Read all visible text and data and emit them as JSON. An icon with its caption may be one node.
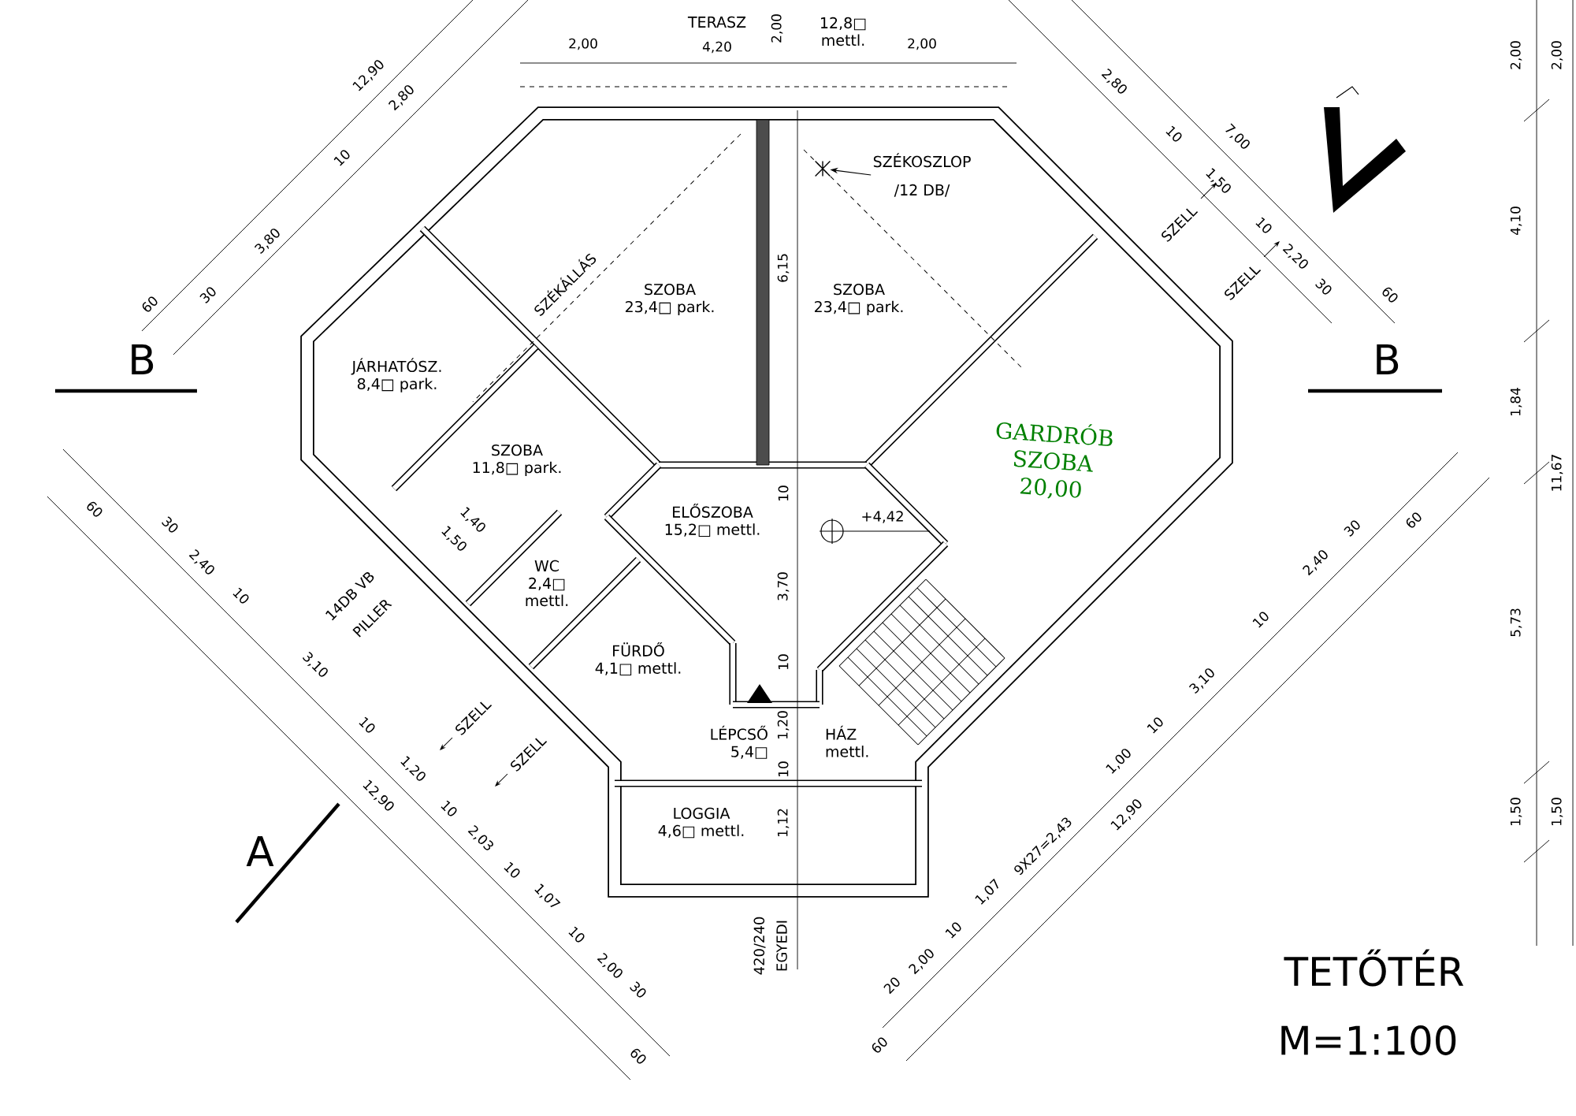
{
  "diagram": {
    "title": "TETŐTÉR",
    "nodes": [
      {
        "text": [
          "TERASZ"
        ]
      },
      {
        "text": [
          "SZOBA",
          "23,4□ park."
        ]
      },
      {
        "text": [
          "SZOBA",
          "23,4□ park."
        ]
      },
      {
        "text": [
          "JÁRHATÓSZ.",
          "8,4□ park."
        ]
      },
      {
        "text": [
          "SZOBA",
          "11,8□ park."
        ]
      },
      {
        "text": [
          "ELŐSZOBA",
          "15,2□ mettl."
        ]
      },
      {
        "text": [
          "WC",
          "2,4□",
          "mettl."
        ]
      },
      {
        "text": [
          "FÜRDŐ",
          "4,1□ mettl."
        ]
      },
      {
        "text": [
          "LÉPCSŐ",
          "HÁZ",
          "5,4□",
          "mettl."
        ]
      },
      {
        "text": [
          "LOGGIA",
          "4,6□ mettl."
        ]
      },
      {
        "text": [
          "GARDRÓB SZOBA 20,00"
        ]
      },
      {
        "text": [
          "SZÉKOSZLOP",
          "/12 DB/"
        ]
      },
      {
        "text": [],
        "shape": "cross"
      }
    ],
    "edges": [
      {
        "from": 11,
        "to": 12,
        "arrow": "to"
      }
    ],
    "labels": [
      "2,00",
      "4,20",
      "2,00",
      "2,00",
      "12,90",
      "2,80",
      "10",
      "3,80",
      "30",
      "60",
      "2,80",
      "10",
      "7,00",
      "1,50",
      "10",
      "2,20",
      "30",
      "60",
      "2,00",
      "2,00",
      "4,10",
      "1,84",
      "11,67",
      "5,73",
      "1,50",
      "1,50",
      "B",
      "B",
      "SZÉKÁLLÁS",
      "6,15",
      "10",
      "3,70",
      "+4,42",
      "10",
      "1,20",
      "10",
      "1,12",
      "420/240",
      "EGYEDI",
      "SZELL",
      "SZELL",
      "60",
      "30",
      "2,40",
      "10",
      "1,40",
      "1,50",
      "14DB VB",
      "PILLER",
      "3,10",
      "10",
      "1,20",
      "12,90",
      "SZELL",
      "SZELL",
      "10",
      "2,03",
      "10",
      "1,07",
      "10",
      "2,00",
      "30",
      "60",
      "A",
      "30",
      "60",
      "2,40",
      "10",
      "3,10",
      "10",
      "1,00",
      "12,90",
      "9X27=2,43",
      "1,07",
      "10",
      "2,00",
      "20",
      "60",
      "M=1:100",
      "12,8□ mettl."
    ]
  }
}
